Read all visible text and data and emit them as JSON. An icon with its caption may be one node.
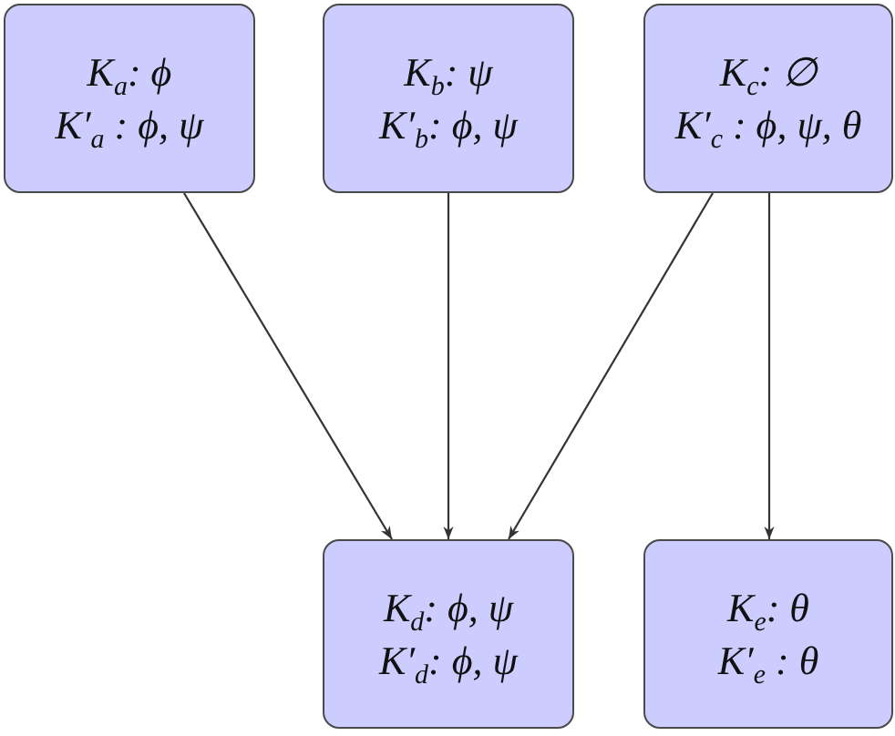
{
  "diagram": {
    "nodes": [
      {
        "text": [
          "K$_{a}$: ϕ",
          "K′$_{a}$ : ϕ, ψ"
        ]
      },
      {
        "text": [
          "K$_{b}$: ψ",
          "K′$_{b}$: ϕ, ψ"
        ]
      },
      {
        "text": [
          "K$_{c}$: ∅",
          "K′$_{c}$ : ϕ, ψ, θ"
        ]
      },
      {
        "text": [
          "K$_{d}$: ϕ, ψ",
          "K′$_{d}$: ϕ, ψ"
        ]
      },
      {
        "text": [
          "K$_{e}$: θ",
          "K′$_{e}$ : θ"
        ]
      }
    ],
    "edges": [
      {
        "from": 0,
        "to": 3,
        "arrow": "to"
      },
      {
        "from": 1,
        "to": 3,
        "arrow": "to"
      },
      {
        "from": 2,
        "to": 3,
        "arrow": "to"
      },
      {
        "from": 2,
        "to": 4,
        "arrow": "to"
      }
    ]
  }
}
